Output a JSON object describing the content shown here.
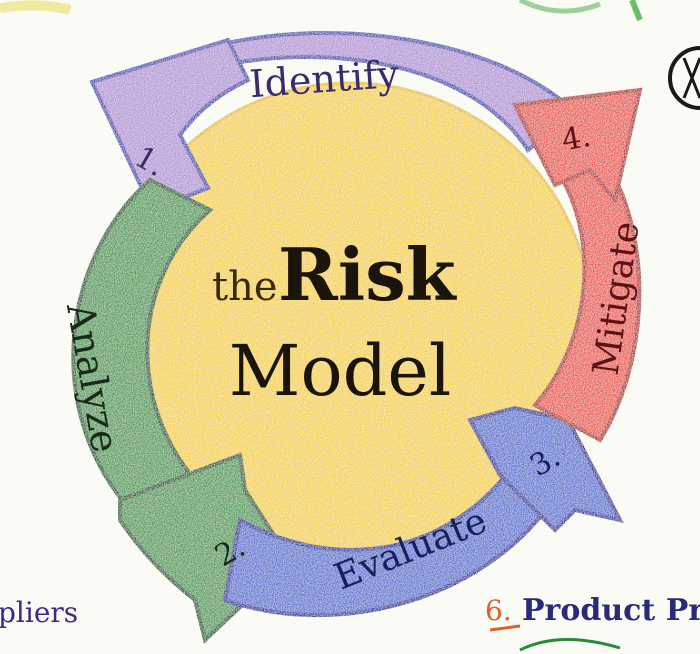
{
  "diagram": {
    "center": {
      "line1_prefix": "the",
      "line1_main": "Risk",
      "line2": "Model"
    },
    "steps": [
      {
        "number": "1.",
        "label": "Identify",
        "color": "#b495d6"
      },
      {
        "number": "2.",
        "label": "Analyze",
        "color": "#4e9a52"
      },
      {
        "number": "3.",
        "label": "Evaluate",
        "color": "#5a72d0"
      },
      {
        "number": "4.",
        "label": "Mitigate",
        "color": "#e8574c"
      }
    ],
    "center_color": "#f4d246",
    "edge_text": {
      "bottom_left": "pliers",
      "bottom_right_number": "6.",
      "bottom_right_text": "Product Pri"
    }
  }
}
